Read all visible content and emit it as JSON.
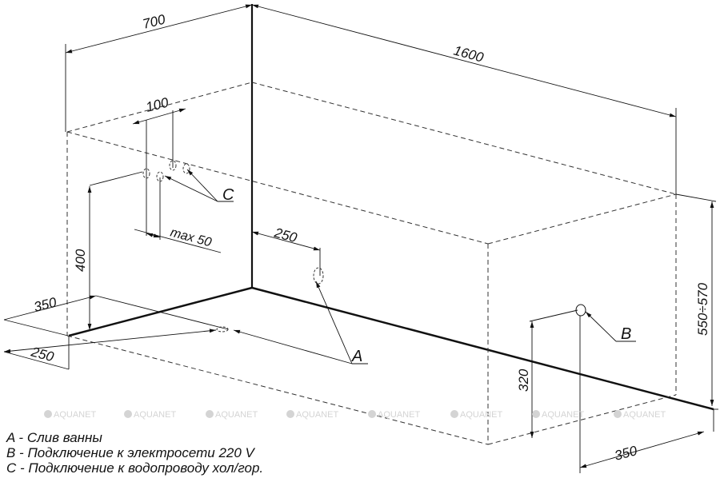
{
  "dimensions": {
    "width": "700",
    "length": "1600",
    "height": "550÷570",
    "pipe_spacing": "100",
    "pipe_offset": "max 50",
    "pipe_height": "400",
    "drain_from_wall": "250",
    "left_350": "350",
    "left_250": "250",
    "socket_height": "320",
    "right_350": "350"
  },
  "labels": {
    "a": "A",
    "b": "B",
    "c": "C"
  },
  "watermark": "AQUANET",
  "legend": [
    "A - Слив ванны",
    "B - Подключение к электросети 220 V",
    "C - Подключение к водопроводу хол/гор."
  ]
}
